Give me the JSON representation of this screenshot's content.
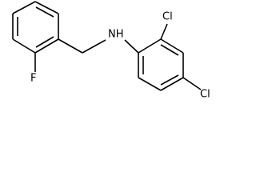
{
  "molecule": {
    "atoms": {
      "fluorine": "F",
      "amine": "NH",
      "chlorine_top": "Cl",
      "chlorine_right": "Cl"
    }
  }
}
